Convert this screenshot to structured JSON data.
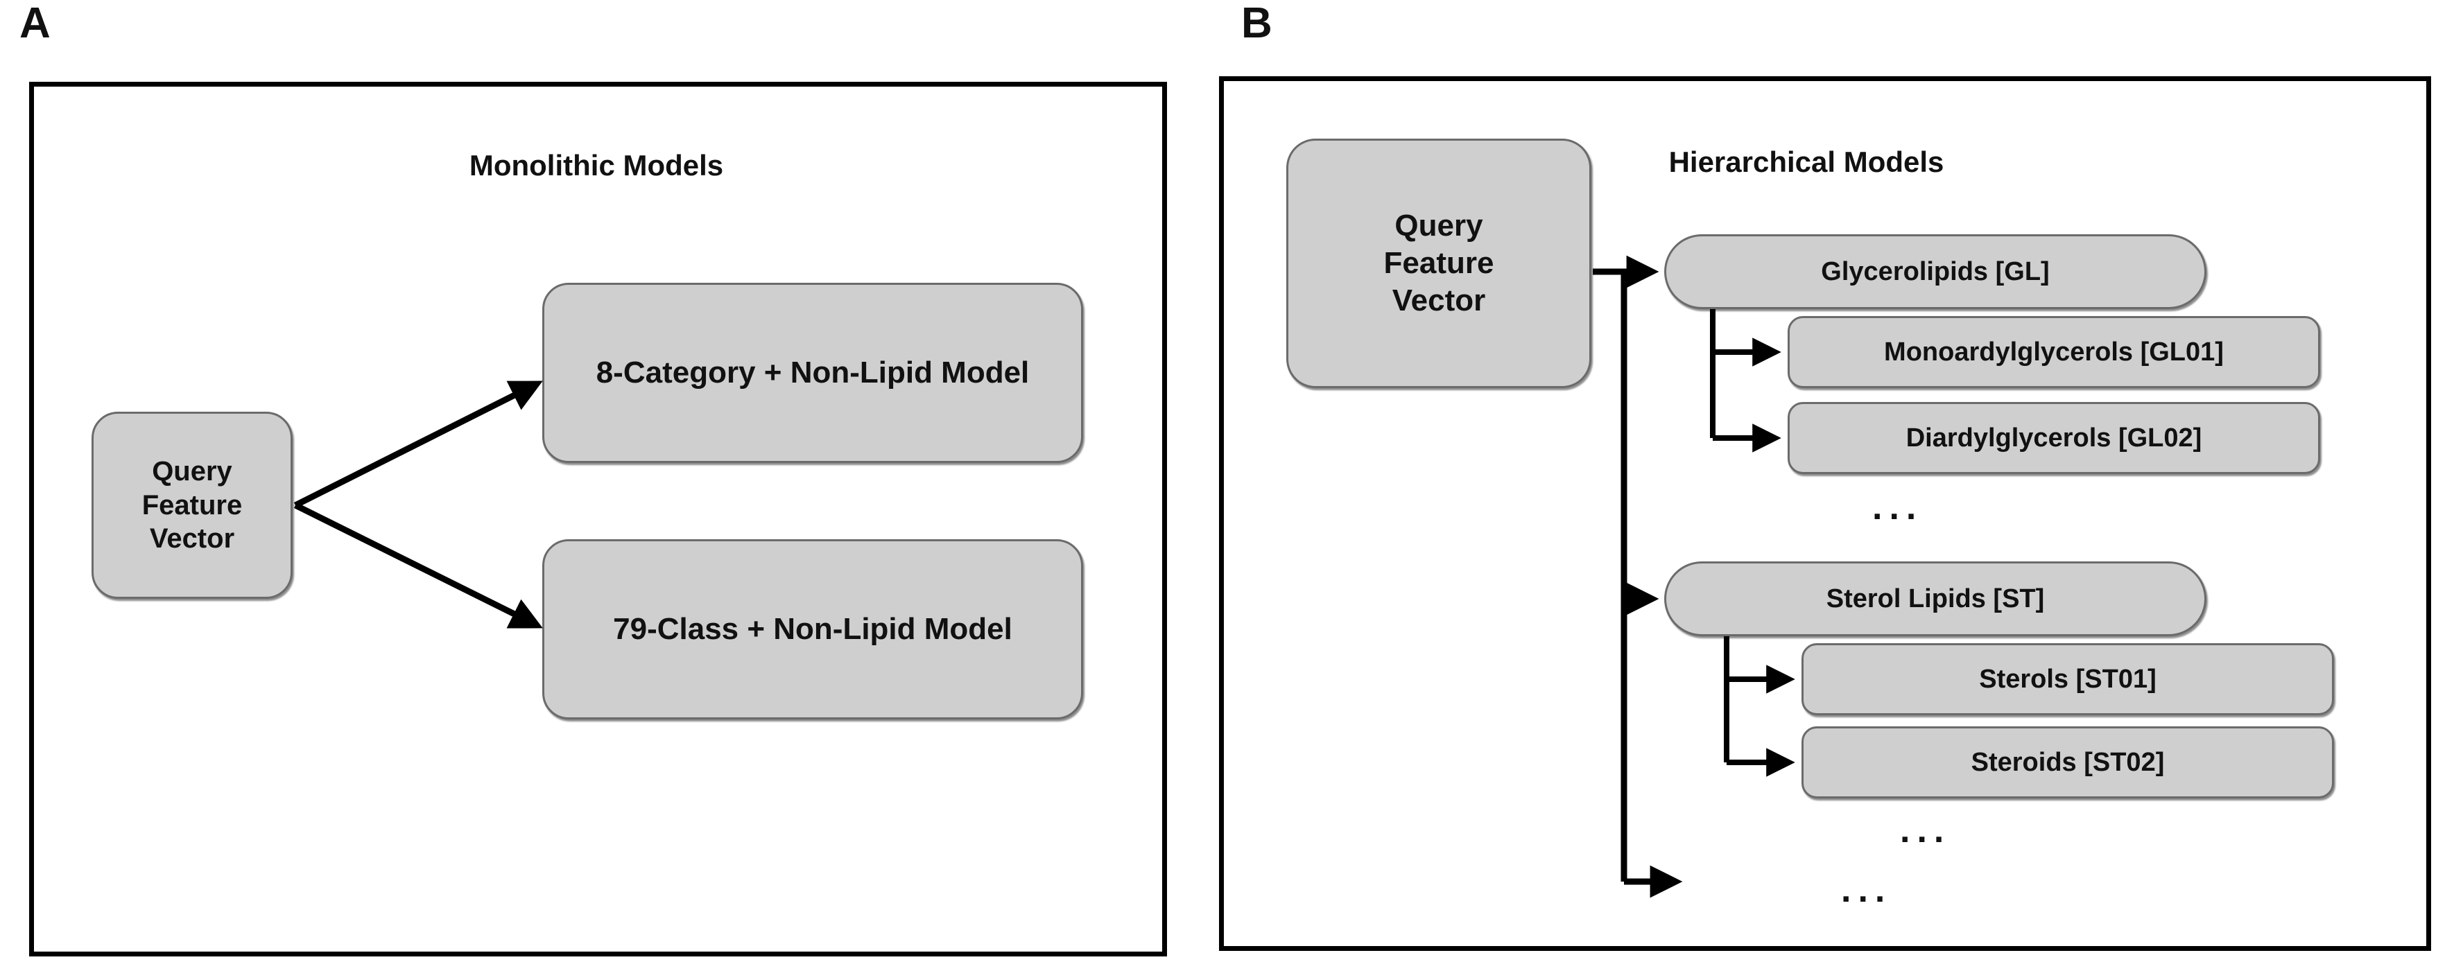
{
  "figure": {
    "panels": [
      {
        "letter": "A",
        "title": "Monolithic Models",
        "query_node": "Query\nFeature\nVector",
        "query_lines": [
          "Query",
          "Feature",
          "Vector"
        ],
        "nodes": [
          {
            "id": "a-model-1",
            "label": "8-Category + Non-Lipid Model"
          },
          {
            "id": "a-model-2",
            "label": "79-Class + Non-Lipid Model"
          }
        ]
      },
      {
        "letter": "B",
        "title": "Hierarchical Models",
        "query_node": "Query\nFeature\nVector",
        "query_lines": [
          "Query",
          "Feature",
          "Vector"
        ],
        "categories": [
          {
            "label": "Glycerolipids [GL]",
            "children": [
              {
                "label": "Monoardylglycerols [GL01]"
              },
              {
                "label": "Diardylglycerols [GL02]"
              }
            ],
            "more": "..."
          },
          {
            "label": "Sterol Lipids [ST]",
            "children": [
              {
                "label": "Sterols [ST01]"
              },
              {
                "label": "Steroids [ST02]"
              }
            ],
            "more": "..."
          }
        ],
        "more": "..."
      }
    ],
    "colors": {
      "node_fill": "#cfcfcf",
      "node_border": "#6b6b6b",
      "frame_border": "#000000",
      "text": "#111111",
      "background": "#ffffff"
    }
  }
}
